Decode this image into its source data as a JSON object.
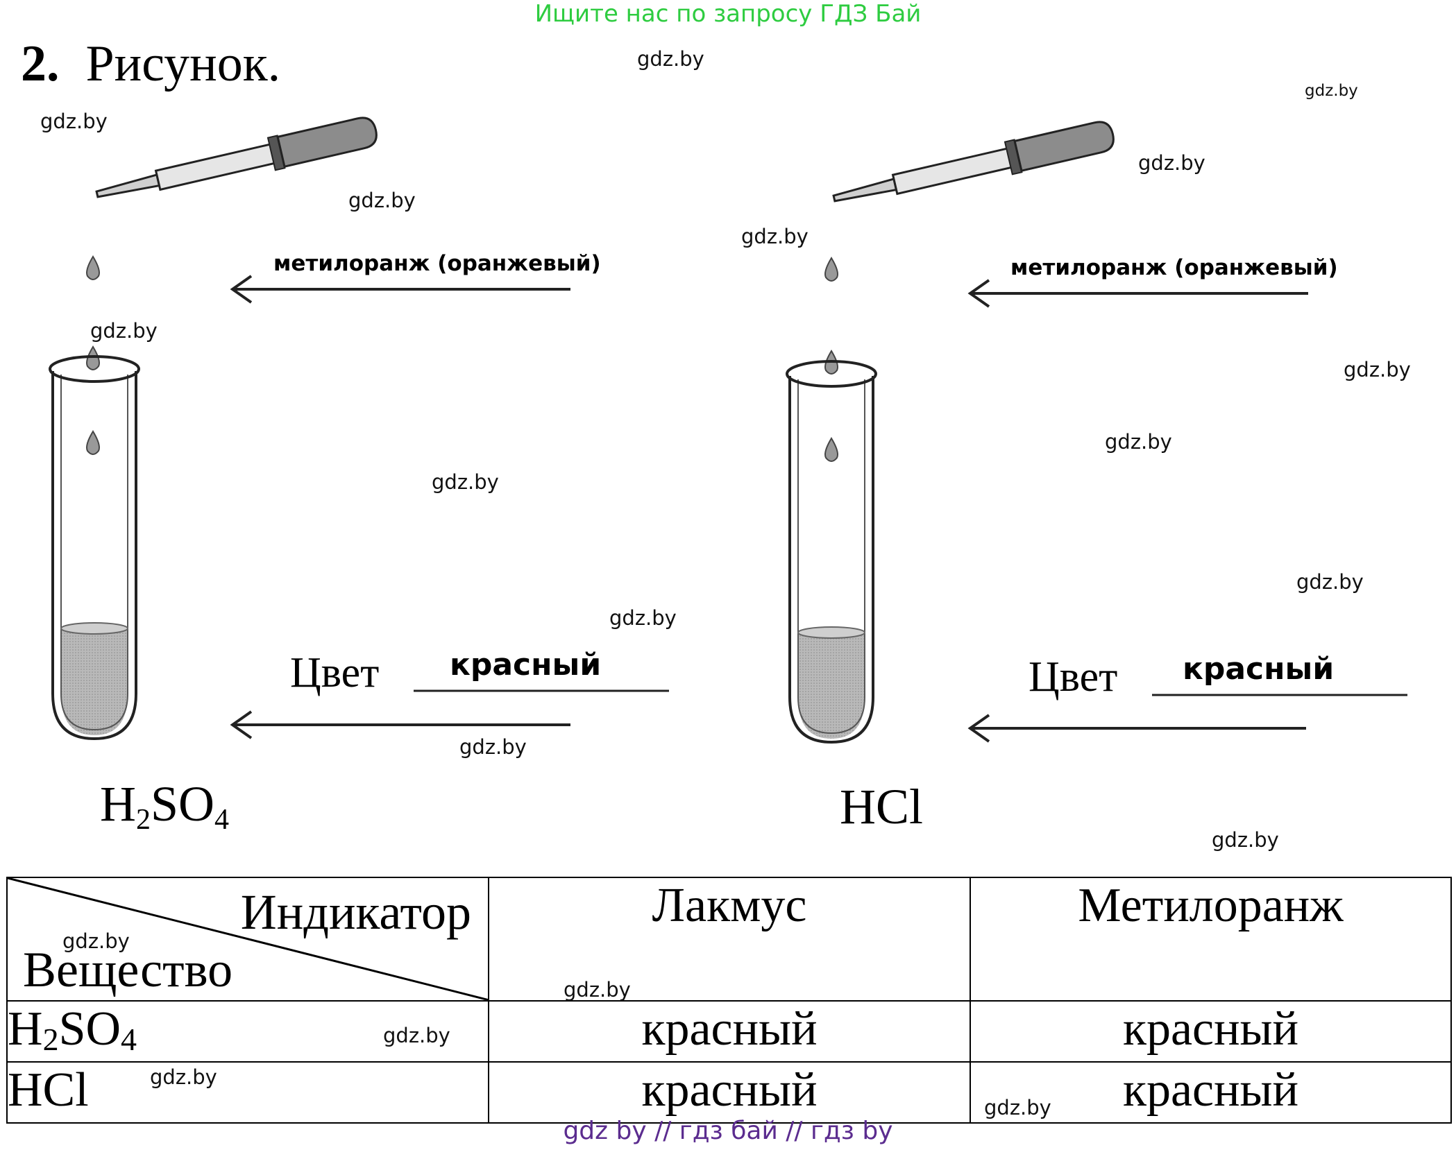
{
  "top_link": "Ищите нас по запросу ГДЗ Бай",
  "task": {
    "number": "2.",
    "title": "Рисунок."
  },
  "watermark": "gdz.by",
  "left_experiment": {
    "indicator_label": "метилоранж (оранжевый)",
    "color_word": "Цвет",
    "color_value": "красный",
    "formula": {
      "main": "H",
      "s1": "2",
      "mid": "SO",
      "s2": "4"
    }
  },
  "right_experiment": {
    "indicator_label": "метилоранж (оранжевый)",
    "color_word": "Цвет",
    "color_value": "красный",
    "formula": {
      "main": "HCl"
    }
  },
  "table": {
    "corner_top": "Индикатор",
    "corner_bottom": "Вещество",
    "columns": [
      "Лакмус",
      "Метилоранж"
    ],
    "rows": [
      {
        "substance": {
          "main": "H",
          "s1": "2",
          "mid": "SO",
          "s2": "4"
        },
        "litmus": "красный",
        "methyl_orange": "красный"
      },
      {
        "substance": {
          "main": "HCl"
        },
        "litmus": "красный",
        "methyl_orange": "красный"
      }
    ]
  },
  "footer": "gdz by  //  гдз бай  //  гдз by"
}
